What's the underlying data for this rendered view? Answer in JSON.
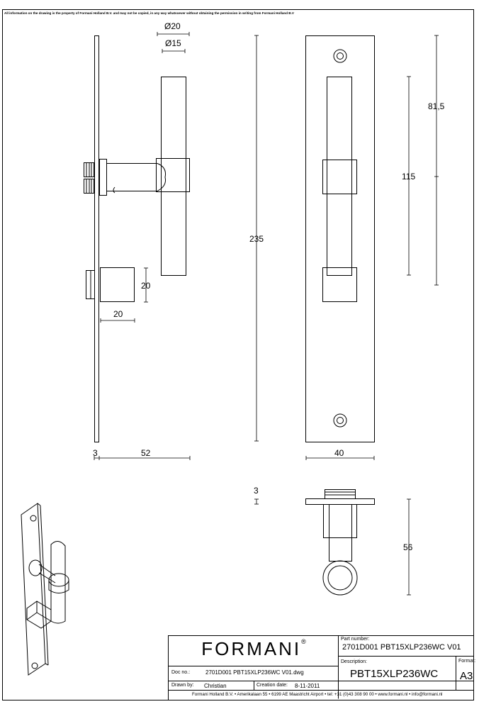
{
  "notice": "All information on the drawing is the property of Formani Holland B.V. and may not be copied, in any way whatsoever without obtaining the permission in writing from Formani Holland B.V",
  "dimensions": {
    "dia20": "Ø20",
    "dia15": "Ø15",
    "overall_height": "235",
    "plate_thickness": "3",
    "projection": "52",
    "lock_height": "20",
    "lock_width": "20",
    "plate_width": "40",
    "handle_length": "115",
    "handle_offset": "81,5",
    "top_thickness": "3",
    "top_projection": "56"
  },
  "title_block": {
    "brand": "FORMANI",
    "brand_mark": "®",
    "doc_no_label": "Doc no.:",
    "doc_no_value": "2701D001 PBT15XLP236WC V01.dwg",
    "drawn_by_label": "Drawn by:",
    "drawn_by_value": "Christian",
    "creation_date_label": "Creation date:",
    "creation_date_value": "8-11-2011",
    "part_number_label": "Part number:",
    "part_number_value": "2701D001 PBT15XLP236WC V01",
    "description_label": "Description:",
    "description_value": "PBT15XLP236WC",
    "format_label": "Format:",
    "format_value": "A3",
    "footer": "Formani Holland B.V. •  Amerikalaan 55  • 6199 AE Maastricht Airport • tel: +31 (0)43 308 90 00 • www.formani.nl • info@formani.nl"
  }
}
